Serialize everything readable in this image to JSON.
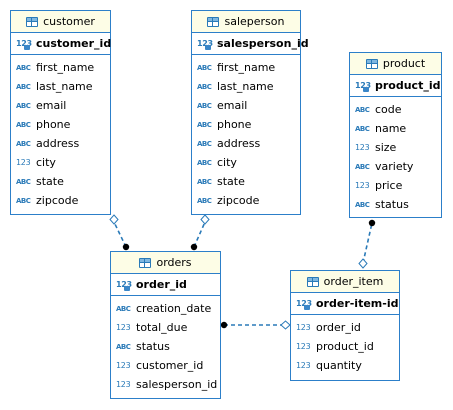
{
  "entities": {
    "customer": {
      "title": "customer",
      "pk": {
        "name": "customer_id",
        "type_icon": "123"
      },
      "columns": [
        {
          "name": "first_name",
          "type_icon": "ABC"
        },
        {
          "name": "last_name",
          "type_icon": "ABC"
        },
        {
          "name": "email",
          "type_icon": "ABC"
        },
        {
          "name": "phone",
          "type_icon": "ABC"
        },
        {
          "name": "address",
          "type_icon": "ABC"
        },
        {
          "name": "city",
          "type_icon": "123"
        },
        {
          "name": "state",
          "type_icon": "ABC"
        },
        {
          "name": "zipcode",
          "type_icon": "ABC"
        }
      ]
    },
    "saleperson": {
      "title": "saleperson",
      "pk": {
        "name": "salesperson_id",
        "type_icon": "123"
      },
      "columns": [
        {
          "name": "first_name",
          "type_icon": "ABC"
        },
        {
          "name": "last_name",
          "type_icon": "ABC"
        },
        {
          "name": "email",
          "type_icon": "ABC"
        },
        {
          "name": "phone",
          "type_icon": "ABC"
        },
        {
          "name": "address",
          "type_icon": "ABC"
        },
        {
          "name": "city",
          "type_icon": "ABC"
        },
        {
          "name": "state",
          "type_icon": "ABC"
        },
        {
          "name": "zipcode",
          "type_icon": "ABC"
        }
      ]
    },
    "product": {
      "title": "product",
      "pk": {
        "name": "product_id",
        "type_icon": "123"
      },
      "columns": [
        {
          "name": "code",
          "type_icon": "ABC"
        },
        {
          "name": "name",
          "type_icon": "ABC"
        },
        {
          "name": "size",
          "type_icon": "123"
        },
        {
          "name": "variety",
          "type_icon": "ABC"
        },
        {
          "name": "price",
          "type_icon": "123"
        },
        {
          "name": "status",
          "type_icon": "ABC"
        }
      ]
    },
    "orders": {
      "title": "orders",
      "pk": {
        "name": "order_id",
        "type_icon": "123"
      },
      "columns": [
        {
          "name": "creation_date",
          "type_icon": "ABC"
        },
        {
          "name": "total_due",
          "type_icon": "123"
        },
        {
          "name": "status",
          "type_icon": "ABC"
        },
        {
          "name": "customer_id",
          "type_icon": "123"
        },
        {
          "name": "salesperson_id",
          "type_icon": "123"
        }
      ]
    },
    "order_item": {
      "title": "order_item",
      "pk": {
        "name": "order-item-id",
        "type_icon": "123"
      },
      "columns": [
        {
          "name": "order_id",
          "type_icon": "123"
        },
        {
          "name": "product_id",
          "type_icon": "123"
        },
        {
          "name": "quantity",
          "type_icon": "123"
        }
      ]
    }
  },
  "relationships": [
    {
      "from": "orders",
      "to": "customer",
      "line": "dashed"
    },
    {
      "from": "orders",
      "to": "saleperson",
      "line": "dashed"
    },
    {
      "from": "order_item",
      "to": "orders",
      "line": "dashed"
    },
    {
      "from": "order_item",
      "to": "product",
      "line": "dashed"
    }
  ],
  "colors": {
    "border": "#2c7fc9",
    "header_bg": "#fdfde6",
    "link": "#2a7ab8",
    "type_icon": "#2a7ab8"
  }
}
